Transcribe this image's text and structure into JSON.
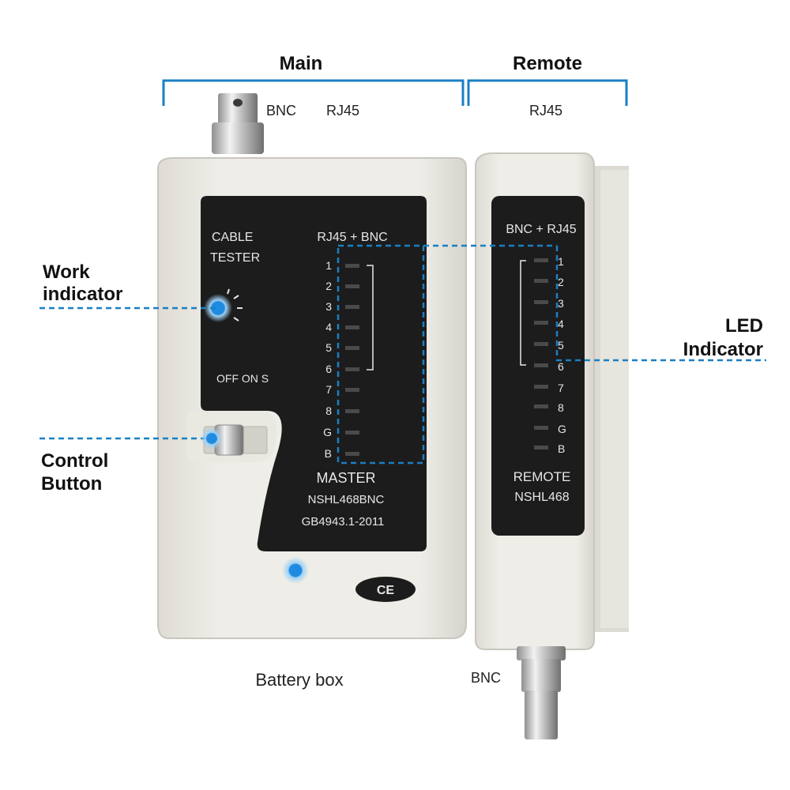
{
  "header": {
    "main_label": "Main",
    "remote_label": "Remote",
    "main_bnc": "BNC",
    "main_rj45": "RJ45",
    "remote_rj45": "RJ45"
  },
  "callouts": {
    "work_indicator_line1": "Work",
    "work_indicator_line2": "indicator",
    "control_button_line1": "Control",
    "control_button_line2": "Button",
    "led_indicator_line1": "LED",
    "led_indicator_line2": "Indicator"
  },
  "main_unit": {
    "cable_line1": "CABLE",
    "cable_line2": "TESTER",
    "switch_label": "OFF ON S",
    "led_header": "RJ45 + BNC",
    "led_labels": [
      "1",
      "2",
      "3",
      "4",
      "5",
      "6",
      "7",
      "8",
      "G",
      "B"
    ],
    "model_line1": "MASTER",
    "model_line2": "NSHL468BNC",
    "model_line3": "GB4943.1-2011",
    "ce_mark": "CE"
  },
  "remote_unit": {
    "led_header": "BNC + RJ45",
    "led_labels": [
      "1",
      "2",
      "3",
      "4",
      "5",
      "6",
      "7",
      "8",
      "G",
      "B"
    ],
    "model_line1": "REMOTE",
    "model_line2": "NSHL468"
  },
  "footer": {
    "battery_box": "Battery box",
    "remote_bnc": "BNC"
  },
  "colors": {
    "accent": "#1a7fc4",
    "body": "#ebeae4",
    "panel": "#1c1c1c",
    "panel_text": "#e6e6e6"
  }
}
